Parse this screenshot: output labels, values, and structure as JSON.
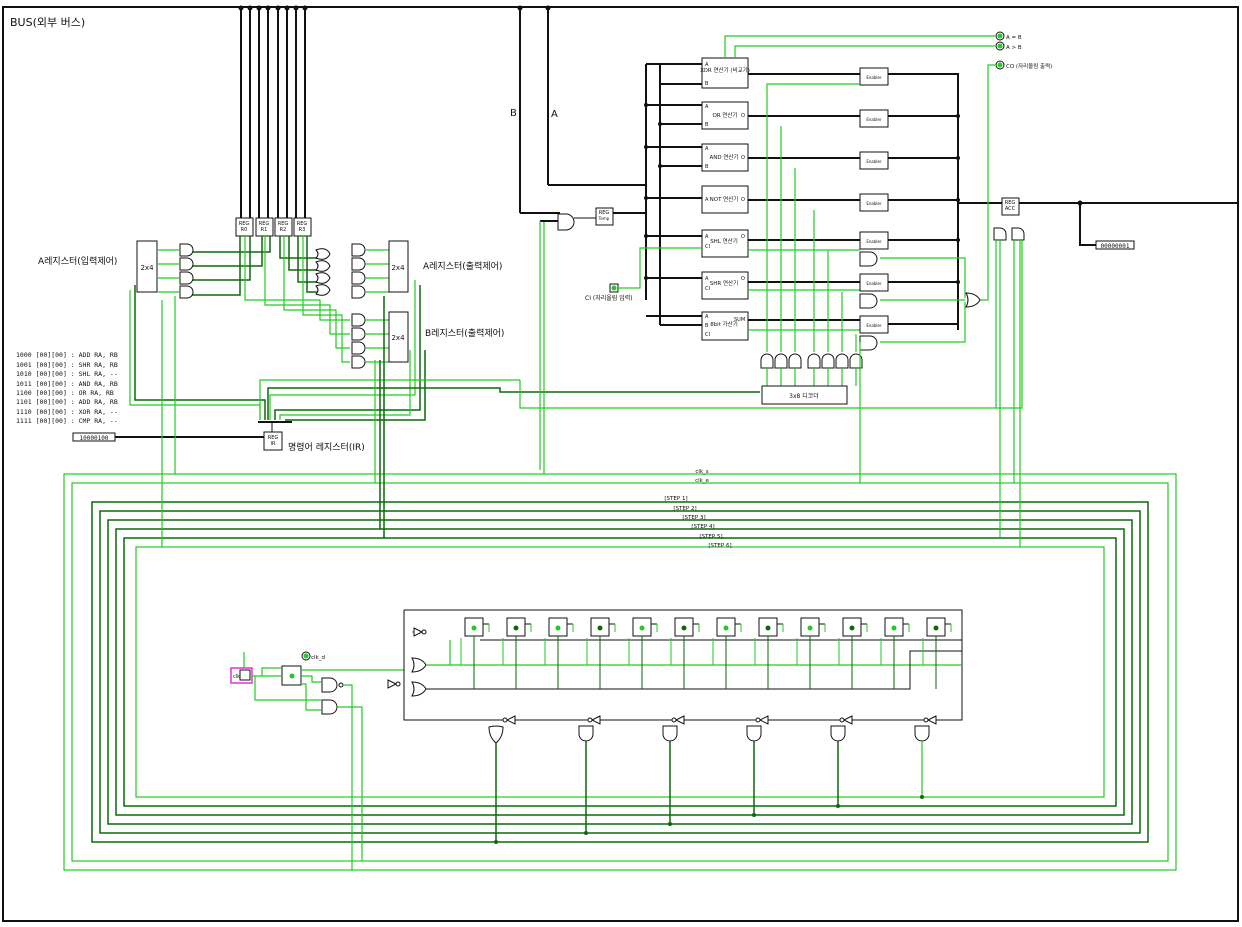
{
  "bus_label": "BUS(외부 버스)",
  "wire_labels": {
    "b": "B",
    "a": "A"
  },
  "registers": [
    {
      "id": "R0",
      "tag": "REG",
      "label": "R0"
    },
    {
      "id": "R1",
      "tag": "REG",
      "label": "R1"
    },
    {
      "id": "R2",
      "tag": "REG",
      "label": "R2"
    },
    {
      "id": "R3",
      "tag": "REG",
      "label": "R3"
    }
  ],
  "section_labels": {
    "a_in": "A레지스터(입력제어)",
    "a_out": "A레지스터(출력제어)",
    "b_out": "B레지스터(출력제어)",
    "ir": "명령어 레지스터(IR)"
  },
  "decoders": {
    "a_in": "2x4",
    "a_out": "2x4",
    "b_out": "2x4",
    "op": "3x8 디코더"
  },
  "ir_box": {
    "tag": "REG",
    "label": "IR"
  },
  "ir_value": "10000100",
  "opcodes": [
    "1000 [00][00] : ADD RA, RB",
    "1001 [00][00] : SHR RA, RB",
    "1010 [00][00] : SHL RA, --",
    "1011 [00][00] : AND RA, RB",
    "1100 [00][00] : OR  RA, RB",
    "1101 [00][00] : ADD RA, RB",
    "1110 [00][00] : XOR RA, --",
    "1111 [00][00] : CMP RA, --"
  ],
  "temp_box": {
    "tag": "REG",
    "label": "Temp"
  },
  "alu_units": [
    {
      "name": "XOR 연산기\n(비교기)",
      "in": [
        "A",
        "B"
      ],
      "out": "O"
    },
    {
      "name": "OR 연산기",
      "in": [
        "A",
        "B"
      ],
      "out": "O"
    },
    {
      "name": "AND 연산기",
      "in": [
        "A",
        "B"
      ],
      "out": "O"
    },
    {
      "name": "NOT 연산기",
      "in": [
        "A"
      ],
      "out": "O"
    },
    {
      "name": "SHL 연산기",
      "in": [
        "A",
        "CI"
      ],
      "out": "O"
    },
    {
      "name": "SHR 연산기",
      "in": [
        "A",
        "CI"
      ],
      "out": "O"
    },
    {
      "name": "8bit 가산기",
      "in": [
        "A",
        "B",
        "CI"
      ],
      "out": "SUM"
    }
  ],
  "buffer_label": "Enabler",
  "outputs": {
    "a_eq_b": "A = B",
    "a_gt_b": "A > B",
    "co": "CO (자리올림 출력)"
  },
  "ci_label": "CI (자리올림 입력)",
  "acc_box": {
    "tag": "REG",
    "label": "ACC"
  },
  "bus_value": "00000001",
  "clock_labels": {
    "clk_s": "clk_s",
    "clk_e": "clk_e",
    "clk_d": "clk_d",
    "clk": "clk"
  },
  "steps": [
    "[STEP 1]",
    "[STEP 2]",
    "[STEP 3]",
    "[STEP 4]",
    "[STEP 5]",
    "[STEP 6]"
  ],
  "colors": {
    "wire": "#111111",
    "active_wire": "#22cc22",
    "bus_wire": "#0a6a0a",
    "clock_frame": "#dd33dd"
  }
}
